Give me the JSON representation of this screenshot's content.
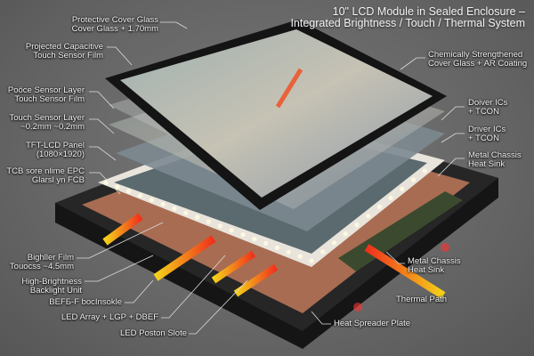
{
  "title": {
    "line1": "10\" LCD Module in Sealed Enclosure –",
    "line2": "Integrated Brightness / Touch / Thermal System"
  },
  "labels_left": [
    {
      "l1": "Protective Cover Glass",
      "l2": "Cover Glass + 1.70mm"
    },
    {
      "l1": "Projected Capacitive",
      "l2": "Touch Sensor Film"
    },
    {
      "l1": "Poöce Sensor Layer",
      "l2": "Touch Sensor Film"
    },
    {
      "l1": "Touch Sensor Layer",
      "l2": "~0.2mm ~0.2mm"
    },
    {
      "l1": "TFT-LCD Panel",
      "l2": "(1080×1920)"
    },
    {
      "l1": "TCB sore nlime EPC",
      "l2": "Glarsl yn FCB"
    },
    {
      "l1": "Bighller Film",
      "l2": "Touocss ~4.5mm"
    },
    {
      "l1": "High-Brightness",
      "l2": "Backlight Unit"
    },
    {
      "l1": "BEFБ-F bocInsokle",
      "l2": ""
    },
    {
      "l1": "LED Array + LGP + DBEF",
      "l2": ""
    },
    {
      "l1": "LED Poston Slote",
      "l2": ""
    }
  ],
  "labels_right": [
    {
      "l1": "Chemically Strengthened",
      "l2": "Cover Glass + AR Coating"
    },
    {
      "l1": "Doiver ICs",
      "l2": "+ TCON"
    },
    {
      "l1": "Driver ICs",
      "l2": "+ TCON"
    },
    {
      "l1": "Metal Chassis",
      "l2": "Heat Sink"
    },
    {
      "l1": "Metal Chassis",
      "l2": "Heat Sink"
    },
    {
      "l1": "Thermal Path",
      "l2": ""
    },
    {
      "l1": "Heat Spreader Plate",
      "l2": ""
    }
  ],
  "colors": {
    "background": "#666666",
    "enclosure": "#1c1c1c",
    "copper": "#b9765a",
    "arrow_hot": "#f0301c",
    "arrow_warm": "#f5d21a"
  }
}
